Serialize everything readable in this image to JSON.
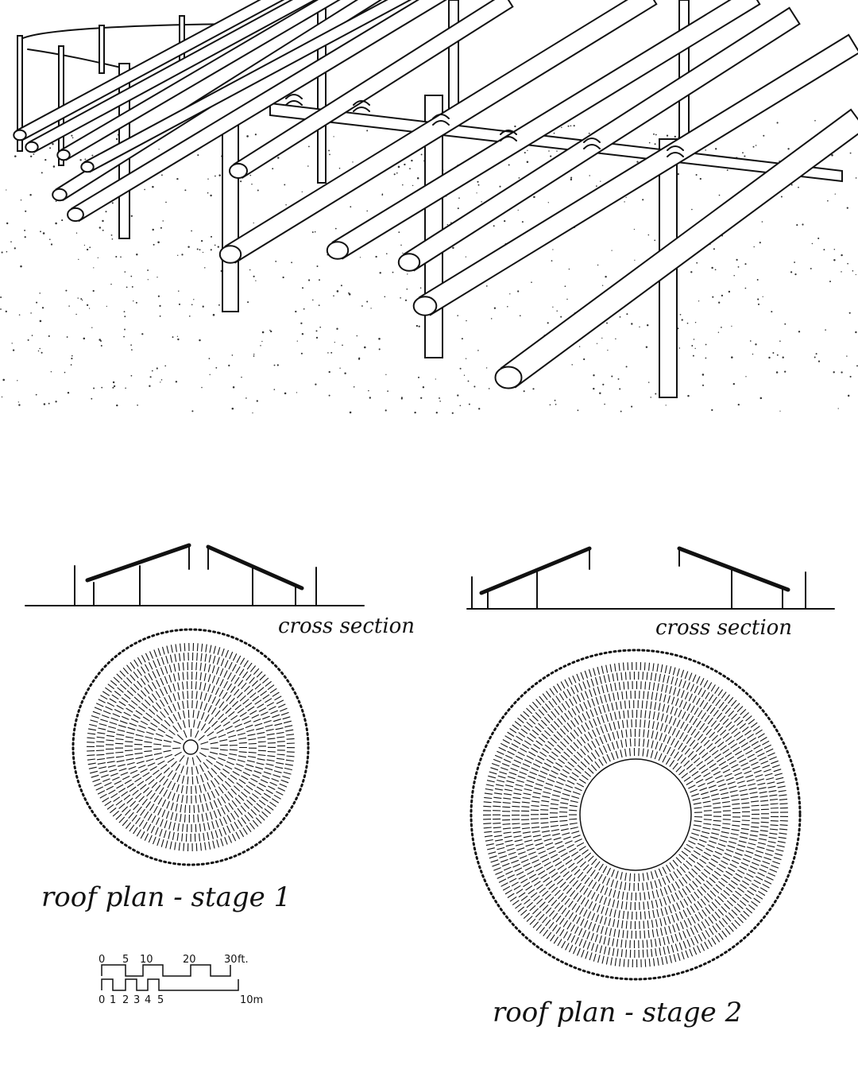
{
  "labels": {
    "cross_section_1": "cross section",
    "cross_section_2": "cross section",
    "roof_plan_1": "roof plan - stage 1",
    "roof_plan_2": "roof plan - stage 2"
  },
  "scale_bar": {
    "feet_ticks": [
      "0",
      "5",
      "10",
      "20",
      "30"
    ],
    "feet_unit": "ft.",
    "metre_ticks": [
      "0",
      "1",
      "2",
      "3",
      "4",
      "5"
    ],
    "metre_end": "10m"
  },
  "colors": {
    "ink": "#111111",
    "paper": "#ffffff"
  }
}
